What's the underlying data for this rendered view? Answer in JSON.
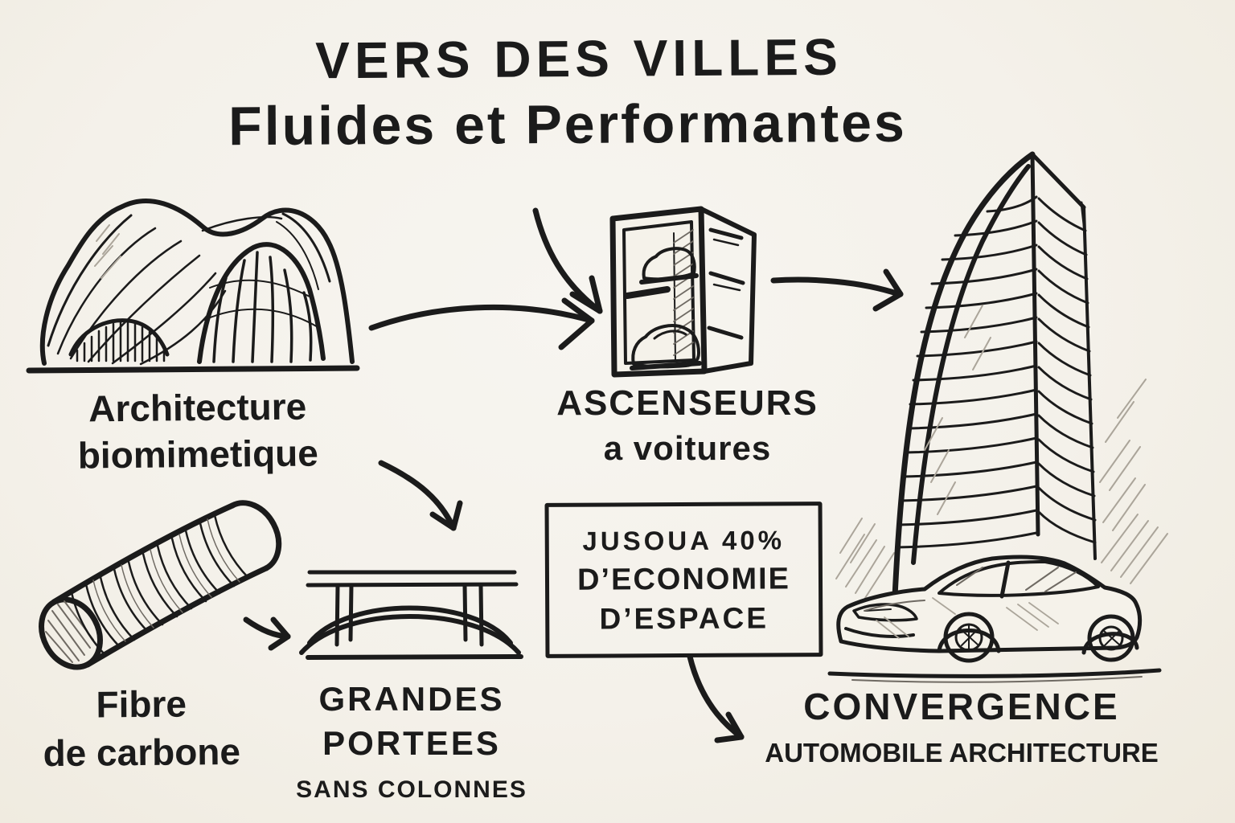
{
  "title": {
    "line1": "VERS DES VILLES",
    "line2": "Fluides et Performantes"
  },
  "labels": {
    "biomimetic": {
      "line1": "Architecture",
      "line2": "biomimetique"
    },
    "elevators": {
      "line1": "ASCENSEURS",
      "line2": "a voitures"
    },
    "fiber": {
      "line1": "Fibre",
      "line2": "de carbone"
    },
    "spans": {
      "line1": "GRANDES",
      "line2": "PORTEES",
      "line3": "SANS COLONNES"
    },
    "convergence": {
      "line1": "CONVERGENCE",
      "line2": "AUTOMOBILE ARCHITECTURE"
    }
  },
  "callout": {
    "line1": "JUSOUA 40%",
    "line2": "D’ECONOMIE",
    "line3": "D’ESPACE"
  },
  "figures": {
    "biomimetic_building": "organic free-form building sketch",
    "car_elevator": "open shaft with two stacked cars sketch",
    "skyscraper": "curved high-rise tower sketch",
    "car": "coupe car sketch",
    "carbon_fiber_tube": "carbon fiber cylinder sketch",
    "bridge": "arch bridge without columns sketch"
  },
  "connectors": [
    {
      "name": "arrow-building-to-elevator"
    },
    {
      "name": "arrow-title-to-elevator"
    },
    {
      "name": "arrow-elevator-to-tower"
    },
    {
      "name": "arrow-biomimetic-to-bridge"
    },
    {
      "name": "arrow-fiber-to-bridge"
    },
    {
      "name": "arrow-callout-to-convergence"
    }
  ],
  "colors": {
    "paper": "#f5f2ea",
    "ink": "#1b1b1b",
    "pencil": "#aba59a",
    "pencil_dark": "#6f6a63"
  }
}
